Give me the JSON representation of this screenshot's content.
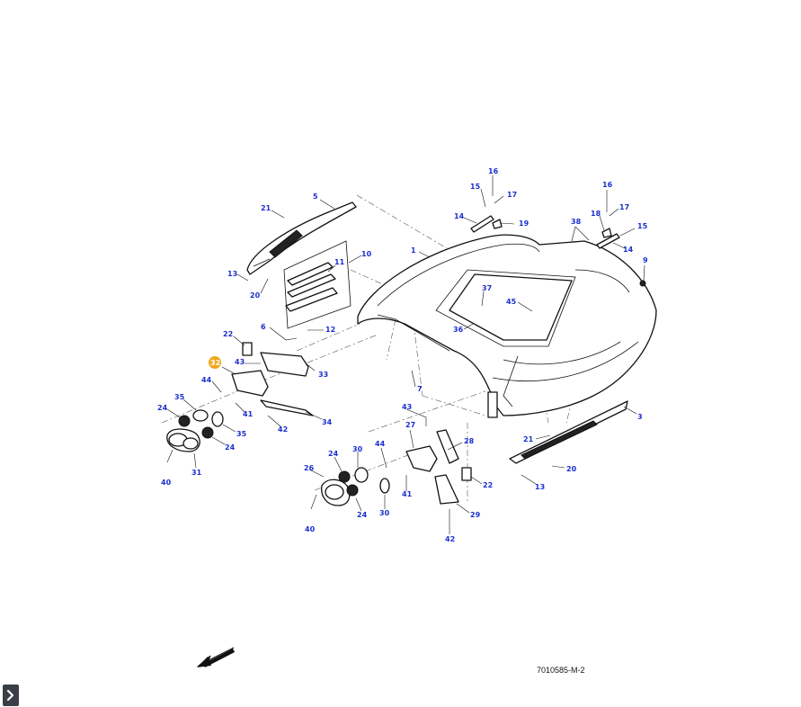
{
  "drawing_number": "7010585-M-2",
  "highlight_color": "#f0a81c",
  "callout_color": "#1c2fd0",
  "highlighted_callout": "32",
  "icons": {
    "expand": "chevron-right-icon",
    "orientation": "direction-arrow-icon"
  },
  "callouts": [
    "16",
    "15",
    "17",
    "14",
    "19",
    "16",
    "18",
    "17",
    "38",
    "15",
    "14",
    "9",
    "21",
    "5",
    "1",
    "10",
    "11",
    "13",
    "20",
    "37",
    "45",
    "6",
    "12",
    "22",
    "36",
    "32",
    "43",
    "33",
    "7",
    "44",
    "35",
    "24",
    "41",
    "35",
    "24",
    "42",
    "34",
    "43",
    "27",
    "28",
    "3",
    "21",
    "20",
    "40",
    "31",
    "24",
    "30",
    "44",
    "26",
    "22",
    "13",
    "41",
    "24",
    "30",
    "29",
    "40",
    "42"
  ]
}
